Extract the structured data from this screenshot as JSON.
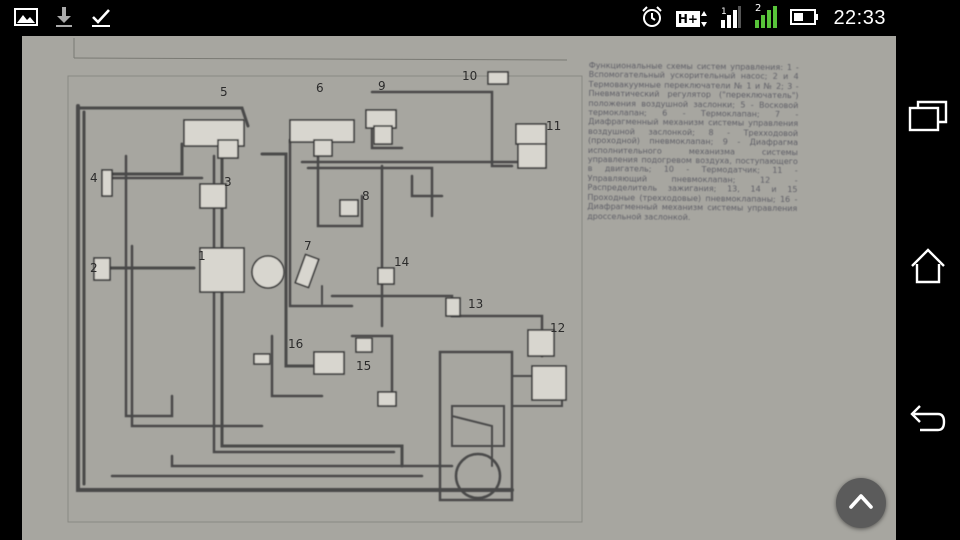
{
  "status_bar": {
    "time": "22:33",
    "network_label": "H+",
    "sim2_label": "2",
    "icons": [
      "gallery-icon",
      "download-icon",
      "check-icon",
      "alarm-icon",
      "signal-icon",
      "signal-icon",
      "battery-icon"
    ]
  },
  "viewer": {
    "diagram_labels": [
      "1",
      "2",
      "3",
      "4",
      "5",
      "6",
      "7",
      "8",
      "9",
      "10",
      "11",
      "12",
      "13",
      "14",
      "15",
      "16"
    ],
    "caption": "Функциональные схемы систем управления: 1 - Вспомогательный ускорительный насос; 2 и 4 Термовакуумные переключатели № 1 и № 2; 3 - Пневматический регулятор (\"переключатель\") положения воздушной заслонки; 5 - Восковой термоклапан; 6 - Термоклапан; 7 - Диафрагменный механизм системы управления воздушной заслонкой; 8 - Трехходовой (проходной) пневмоклапан; 9 - Диафрагма исполнительного механизма системы управления подогревом воздуха, поступающего в двигатель; 10 - Термодатчик; 11 - Управляющий пневмоклапан; 12 - Распределитель зажигания; 13, 14 и 15 Проходные (трехходовые) пневмоклапаны; 16 - Диафрагменный механизм системы управления дроссельной заслонкой."
  },
  "navbar": {
    "icons": [
      "recent-apps-icon",
      "home-icon",
      "back-icon"
    ]
  },
  "fab": {
    "icon": "chevron-up-icon"
  }
}
